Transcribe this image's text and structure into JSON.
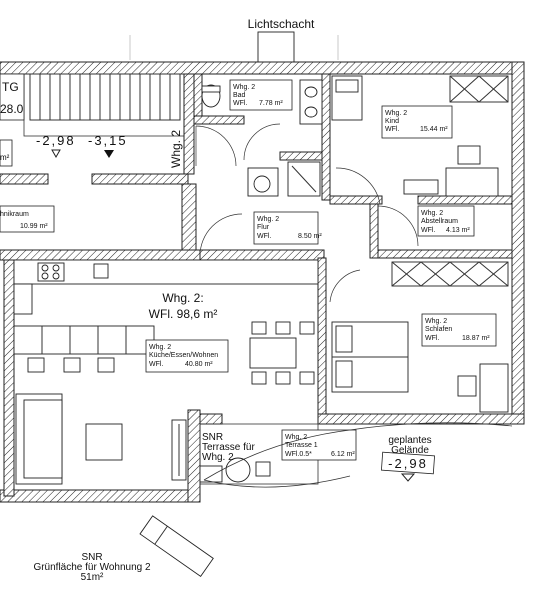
{
  "plan": {
    "lichtschacht": "Lichtschacht",
    "stair_label": "TG",
    "stair_value": "28.0",
    "left_m2": "m²",
    "level_a": "-2,98",
    "level_b": "-3,15",
    "whg2_vertical": "Whg. 2",
    "unit_title": "Whg. 2:",
    "unit_area": "WFl. 98,6   m²",
    "garden_level_label_1": "geplantes",
    "garden_level_label_2": "Gelände",
    "garden_level_value": "-2,98",
    "snr_bottom_1": "SNR",
    "snr_bottom_2": "Grünfläche für Wohnung 2",
    "snr_bottom_3": "51m²",
    "snr_terrace_1": "SNR",
    "snr_terrace_2": "Terrasse für",
    "snr_terrace_3": "Whg. 2"
  },
  "rooms": {
    "bad": {
      "unit": "Whg. 2",
      "name": "Bad",
      "wfl": "WFl.",
      "area": "7.78 m²"
    },
    "kind": {
      "unit": "Whg. 2",
      "name": "Kind",
      "wfl": "WFl.",
      "area": "15.44 m²"
    },
    "flur": {
      "unit": "Whg. 2",
      "name": "Flur",
      "wfl": "WFl.",
      "area": "8.50 m²"
    },
    "abstell": {
      "unit": "Whg. 2",
      "name": "Abstellraum",
      "wfl": "WFl.",
      "area": "4.13 m²"
    },
    "schlafen": {
      "unit": "Whg. 2",
      "name": "Schlafen",
      "wfl": "WFl.",
      "area": "18.87 m²"
    },
    "kueche": {
      "unit": "Whg. 2",
      "name": "Küche/Essen/Wohnen",
      "wfl": "WFl.",
      "area": "40.80 m²"
    },
    "terrasse": {
      "unit": "Whg. 2",
      "name": "Terrasse 1",
      "wfl": "WFl.0.5*",
      "area": "6.12 m²"
    },
    "technik": {
      "name": "hnikraum",
      "area": "10.99 m²"
    }
  }
}
